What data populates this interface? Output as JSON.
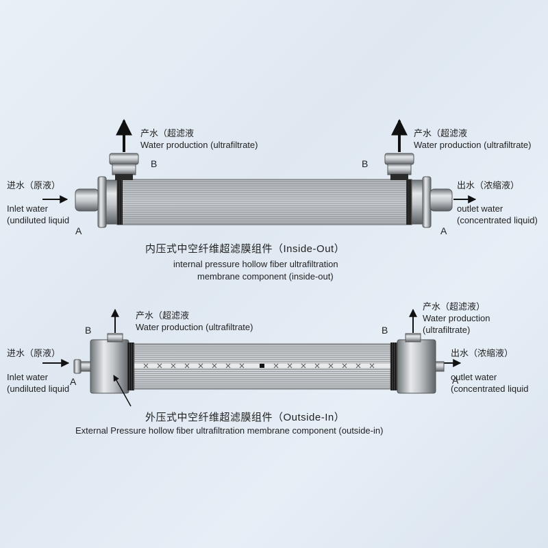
{
  "diagram_1": {
    "product_cn": "产水（超滤液",
    "product_en": "Water production (ultrafiltrate)",
    "inlet_cn": "进水（原液）",
    "inlet_en_1": "Inlet water",
    "inlet_en_2": "(undiluted liquid",
    "outlet_cn": "出水（浓缩液）",
    "outlet_en_1": "outlet water",
    "outlet_en_2": "(concentrated liquid)",
    "port_a": "A",
    "port_b": "B",
    "caption_cn": "内压式中空纤维超滤膜组件（Inside-Out）",
    "caption_en_1": "internal pressure  hollow fiber ultrafiltration",
    "caption_en_2": "membrane component (inside-out)"
  },
  "diagram_2": {
    "product_cn": "产水（超滤液",
    "product_en_left": "Water production (ultrafiltrate)",
    "product_cn_right": "产水（超滤液）",
    "product_en_right_1": "Water production",
    "product_en_right_2": "(ultrafiltrate)",
    "inlet_cn": "进水（原液）",
    "inlet_en_1": "Inlet water",
    "inlet_en_2": "(undiluted liquid",
    "outlet_cn": "出水（浓缩液）",
    "outlet_en_1": "outlet water",
    "outlet_en_2": "(concentrated liquid",
    "port_a": "A",
    "port_b": "B",
    "caption_cn": "外压式中空纤维超滤膜组件（Outside-In）",
    "caption_en": "External Pressure hollow fiber ultrafiltration membrane component (outside-in)"
  }
}
